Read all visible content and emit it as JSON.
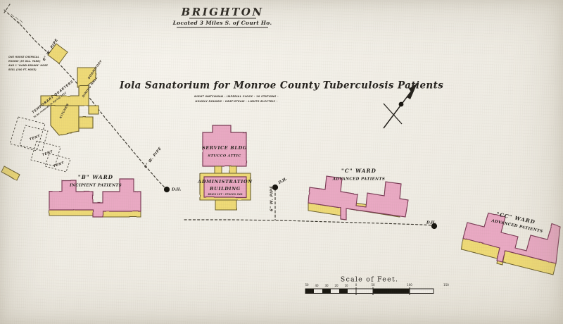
{
  "sheet": {
    "town_title": "BRIGHTON",
    "town_subtitle": "Located 3 Miles S. of Court Ho.",
    "main_title": "Iola Sanatorium for Monroe County Tuberculosis Patients",
    "note_line_1": "NIGHT WATCHMAN - IMPERIAL CLOCK - 10 STATIONS -",
    "note_line_2": "HOURLY  ROUNDS - HEAT-STEAM - LIGHTS-ELECTRIC -",
    "paper_color": "#efece4",
    "ink_color": "#26231f",
    "pink_fill": "#e9a9c3",
    "yellow_fill": "#eeda77"
  },
  "buildings": [
    {
      "id": "service-bldg",
      "label": "SERVICE BLDG",
      "sublabel": "STUCCO ATTIC",
      "fill": "#e9a9c3"
    },
    {
      "id": "administration-building",
      "label_line_1": "ADMINISTRATION",
      "label_line_2": "BUILDING",
      "sublabel": "BRICK 1ST - STUCCO 2ND",
      "fill": "#e9a9c3"
    },
    {
      "id": "b-ward",
      "label": "\"B\" WARD",
      "sublabel": "INCIPIENT PATIENTS",
      "fill": "#e9a9c3"
    },
    {
      "id": "c-ward",
      "label": "\"C\" WARD",
      "sublabel": "ADVANCED PATIENTS",
      "fill": "#e9a9c3"
    },
    {
      "id": "cc-ward",
      "label": "\"CC\" WARD",
      "sublabel": "ADVANCED PATIENTS",
      "fill": "#e9a9c3"
    }
  ],
  "temporary": {
    "quarters_line_1": "TEMPORARY QUARTERS",
    "quarters_line_2": "To be removed in Spring 1912",
    "kitchen_label": "KITCHEN",
    "dining_label": "DINING HALL",
    "dormitory_label": "DORMITORY",
    "tent_labels": [
      "TENT",
      "TENT",
      "TENT"
    ]
  },
  "annotations": {
    "fire_note_lines": [
      "ONE HORSE CHEMICAL",
      "ENGINE (35 GAL. TANK)",
      "AND 1 \"HAND-DRAWN\" HOSE",
      "REEL (300 FT. HOSE)"
    ],
    "hydrant_label": "D.H.",
    "pipe_label": "6\" W. PIPE"
  },
  "hydrants": [
    {
      "id": "hydrant-west",
      "label": "D.H."
    },
    {
      "id": "hydrant-center",
      "label": "D.H."
    },
    {
      "id": "hydrant-east",
      "label": "D.H."
    }
  ],
  "pipes": [
    {
      "id": "pipe-northwest",
      "label": "6\" W. PIPE"
    },
    {
      "id": "pipe-west",
      "label": "6\" W. PIPE"
    },
    {
      "id": "pipe-center",
      "label": "6\" W. PIPE"
    }
  ],
  "scale": {
    "title": "Scale of Feet.",
    "left_ticks": [
      "50",
      "40",
      "30",
      "20",
      "10"
    ],
    "zero": "0",
    "right_ticks": [
      "50",
      "100",
      "150"
    ]
  },
  "compass": {
    "direction": "north"
  }
}
